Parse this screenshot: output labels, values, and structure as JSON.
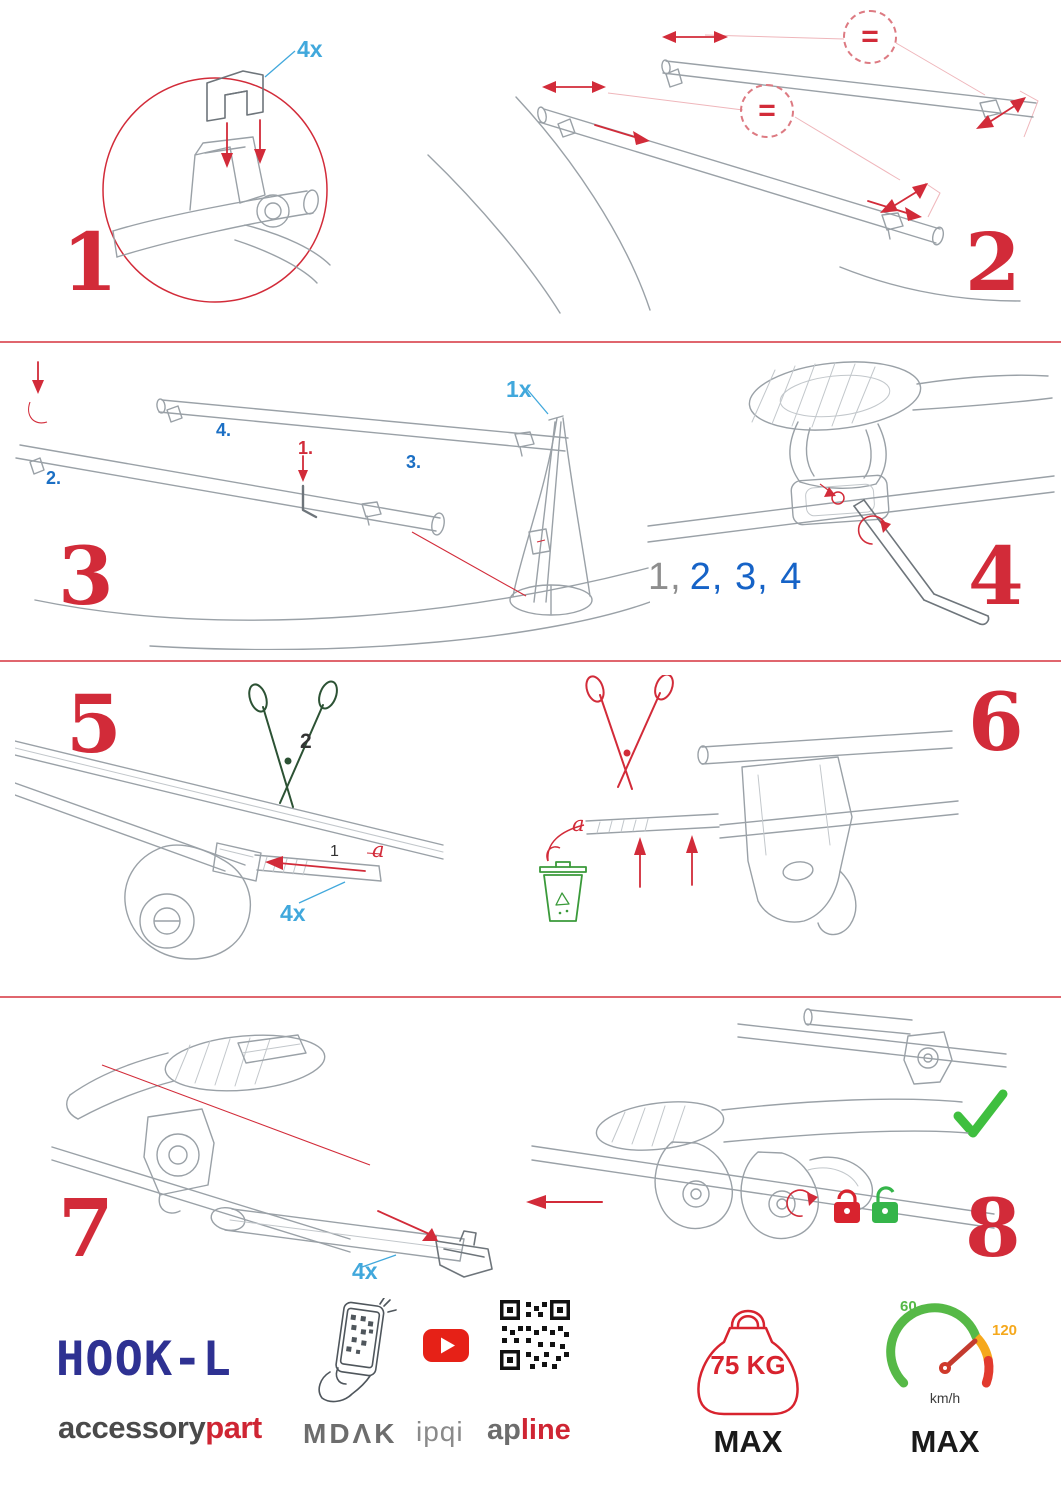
{
  "steps": {
    "s1": {
      "number": "1",
      "qty": "4x"
    },
    "s2": {
      "number": "2",
      "equal": "="
    },
    "s3": {
      "number": "3",
      "qty": "1x",
      "subs": [
        "1.",
        "2.",
        "3.",
        "4."
      ]
    },
    "s4": {
      "number": "4",
      "seq_done": "1,",
      "seq_rest": "2, 3, 4"
    },
    "s5": {
      "number": "5",
      "cut_label": "2",
      "pull_label": "1",
      "ref_label": "a",
      "qty": "4x"
    },
    "s6": {
      "number": "6",
      "ref_label": "a"
    },
    "s7": {
      "number": "7",
      "qty": "4x"
    },
    "s8": {
      "number": "8"
    }
  },
  "footer": {
    "product_name": "HOOK-L",
    "brand": {
      "gray": "accessory",
      "red": "part"
    },
    "partners": {
      "p1": "MDΛK",
      "p2": "ipqi",
      "p3_gray": "ap",
      "p3_red": "line"
    },
    "weight": {
      "value": "75 KG",
      "max": "MAX"
    },
    "speed": {
      "low": "60",
      "high": "120",
      "unit": "km/h",
      "max": "MAX"
    }
  },
  "colors": {
    "accent_red": "#d22b39",
    "light_blue": "#41a8dc",
    "royal_blue": "#1663c7",
    "navy": "#2e3192",
    "green": "#35b54a",
    "line_gray": "#9aa1a7"
  }
}
